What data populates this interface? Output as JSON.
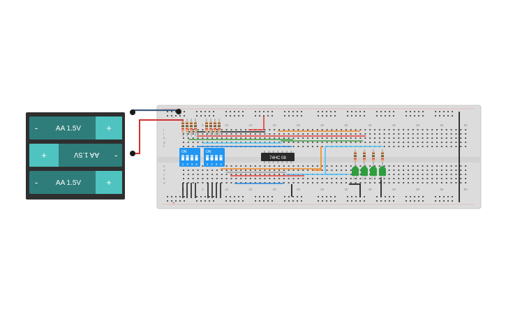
{
  "battery": {
    "cells": [
      {
        "label": "AA 1.5V",
        "left_symbol": "-",
        "right_symbol": "+",
        "flipped": false
      },
      {
        "label": "AA 1.5V",
        "left_symbol": "+",
        "right_symbol": "-",
        "flipped": true
      },
      {
        "label": "AA 1.5V",
        "left_symbol": "-",
        "right_symbol": "+",
        "flipped": false
      }
    ],
    "colors": {
      "holder": "#2f2f2f",
      "cell": "#2e7d7b",
      "cap": "#4fc3c0"
    }
  },
  "breadboard": {
    "column_numbers_top": [
      "1",
      "5",
      "10",
      "15",
      "20",
      "25",
      "30",
      "35",
      "40",
      "45",
      "50",
      "55",
      "60"
    ],
    "column_numbers_bottom": [
      "1",
      "5",
      "10",
      "15",
      "20",
      "25",
      "30",
      "35",
      "40",
      "45",
      "50",
      "55",
      "60"
    ],
    "row_letters_top": [
      "j",
      "i",
      "h",
      "g",
      "f"
    ],
    "row_letters_bottom": [
      "e",
      "d",
      "c",
      "b",
      "a"
    ],
    "rail_minus": "-",
    "rail_plus": "+"
  },
  "dip_switches": [
    {
      "on_label": "ON",
      "numbers": [
        "1",
        "2",
        "3",
        "4"
      ]
    },
    {
      "on_label": "ON",
      "numbers": [
        "1",
        "2",
        "3",
        "4"
      ]
    }
  ],
  "ic": {
    "label": "74HC 08"
  },
  "led_count": 4,
  "colors": {
    "red": "#e53935",
    "black": "#212121",
    "orange": "#f08a24",
    "green": "#43a047",
    "blue": "#1e88e5",
    "cyan": "#4fc3f7",
    "gray": "#9e9e9e"
  }
}
